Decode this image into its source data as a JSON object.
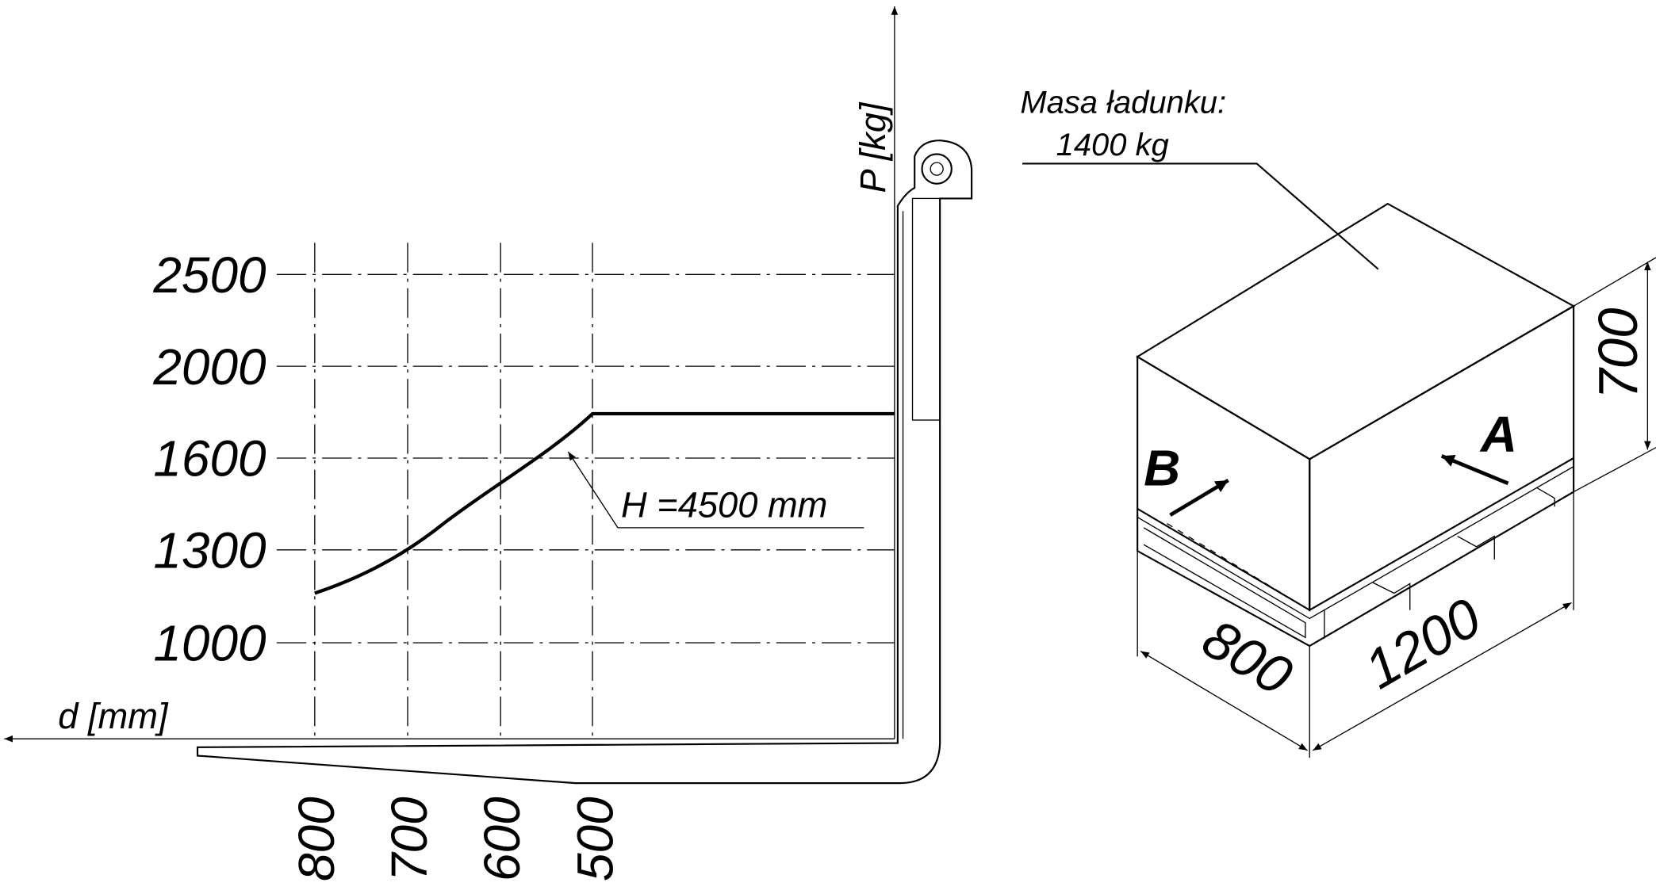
{
  "load_chart": {
    "y_axis_label": "P [kg]",
    "x_axis_label": "d [mm]",
    "y_ticks": [
      "2500",
      "2000",
      "1600",
      "1300",
      "1000"
    ],
    "x_ticks": [
      "800",
      "700",
      "600",
      "500"
    ],
    "curve_label": "H =4500 mm",
    "curve_points": [
      {
        "d": 800,
        "P": 1170
      },
      {
        "d": 700,
        "P": 1300
      },
      {
        "d": 600,
        "P": 1470
      },
      {
        "d": 525,
        "P": 1660
      },
      {
        "d": 500,
        "P": 1750
      },
      {
        "d": 0,
        "P": 1750
      }
    ]
  },
  "load": {
    "mass_label": "Masa ładunku:",
    "mass_value": "1400 kg",
    "side_a": "A",
    "side_b": "B",
    "dim_width": "800",
    "dim_length": "1200",
    "dim_height": "700"
  }
}
